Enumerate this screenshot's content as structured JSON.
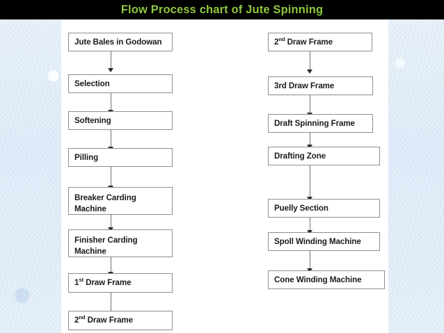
{
  "slide": {
    "title": "Flow Process chart of Jute Spinning",
    "title_color": "#8cc63e",
    "title_bg": "#000000",
    "background_color": "#dfeaf6",
    "paper_color": "#ffffff",
    "box_border_color": "#8d8d8d",
    "connector_color": "#6f6f6f",
    "text_color": "#1a1a1a"
  },
  "chart_data": {
    "type": "flowchart",
    "title": "Flow Process chart of Jute Spinning",
    "orientation": "top-to-bottom, two columns",
    "columns": [
      {
        "name": "left-column",
        "nodes": [
          "Jute Bales in Godowan",
          "Selection",
          "Softening",
          "Pilling",
          "Breaker Carding Machine",
          "Finisher Carding Machine",
          "1st Draw Frame",
          "2nd Draw Frame"
        ]
      },
      {
        "name": "right-column",
        "nodes": [
          "2nd Draw Frame",
          "3rd Draw Frame",
          "Draft Spinning Frame",
          "Drafting Zone",
          "Puelly Section",
          "Spoll Winding Machine",
          "Cone Winding Machine"
        ]
      }
    ]
  },
  "left_column": {
    "nodes": [
      {
        "id": "jute-bales-in-godowan",
        "text": "Jute Bales in Godowan"
      },
      {
        "id": "selection",
        "text": "Selection"
      },
      {
        "id": "softening",
        "text": "Softening"
      },
      {
        "id": "pilling",
        "text": "Pilling"
      },
      {
        "id": "breaker-carding-machine",
        "line1": "Breaker Carding",
        "line2": "Machine"
      },
      {
        "id": "finisher-carding-machine",
        "line1": "Finisher Carding",
        "line2": "Machine"
      },
      {
        "id": "first-draw-frame",
        "ordinal": "1",
        "superscript": "st",
        "rest": " Draw Frame"
      },
      {
        "id": "second-draw-frame",
        "ordinal": "2",
        "superscript": "nd",
        "rest": " Draw Frame"
      }
    ]
  },
  "right_column": {
    "nodes": [
      {
        "id": "second-draw-frame",
        "ordinal": "2",
        "superscript": "nd",
        "rest": " Draw Frame"
      },
      {
        "id": "third-draw-frame",
        "text": "3rd Draw Frame"
      },
      {
        "id": "draft-spinning-frame",
        "text": "Draft Spinning Frame"
      },
      {
        "id": "drafting-zone",
        "text": "Drafting Zone"
      },
      {
        "id": "puelly-section",
        "text": "Puelly Section"
      },
      {
        "id": "spoll-winding-machine",
        "text": "Spoll Winding Machine"
      },
      {
        "id": "cone-winding-machine",
        "text": "Cone Winding Machine"
      }
    ]
  }
}
